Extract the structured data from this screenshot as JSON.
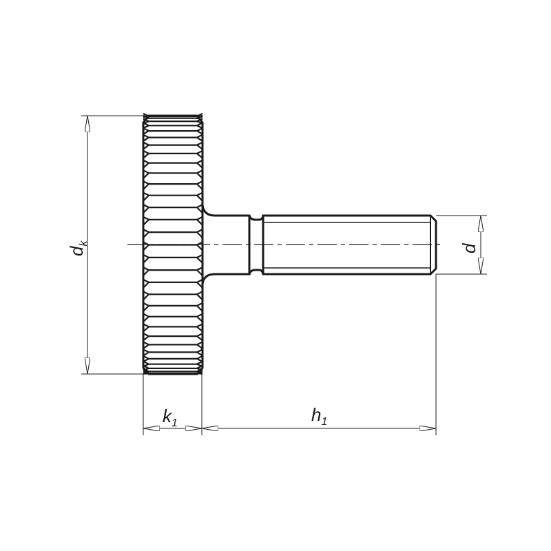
{
  "drawing": {
    "line_color": "#1a1a1a",
    "background": "#ffffff",
    "labels": {
      "dk": {
        "main": "d",
        "sub": "k"
      },
      "d": {
        "main": "d"
      },
      "k1": {
        "main": "k",
        "sub": "1"
      },
      "h1": {
        "main": "h",
        "sub": "1"
      }
    }
  }
}
